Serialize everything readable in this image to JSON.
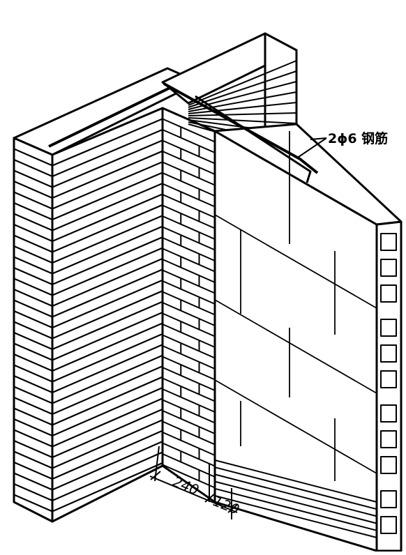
{
  "annotations": {
    "rebar_label": "2ϕ6 钢筋"
  },
  "dimensions": {
    "brick_wall_thickness": "240",
    "joint_offset": "120"
  },
  "colors": {
    "ink": "#000000",
    "paper": "#ffffff"
  }
}
